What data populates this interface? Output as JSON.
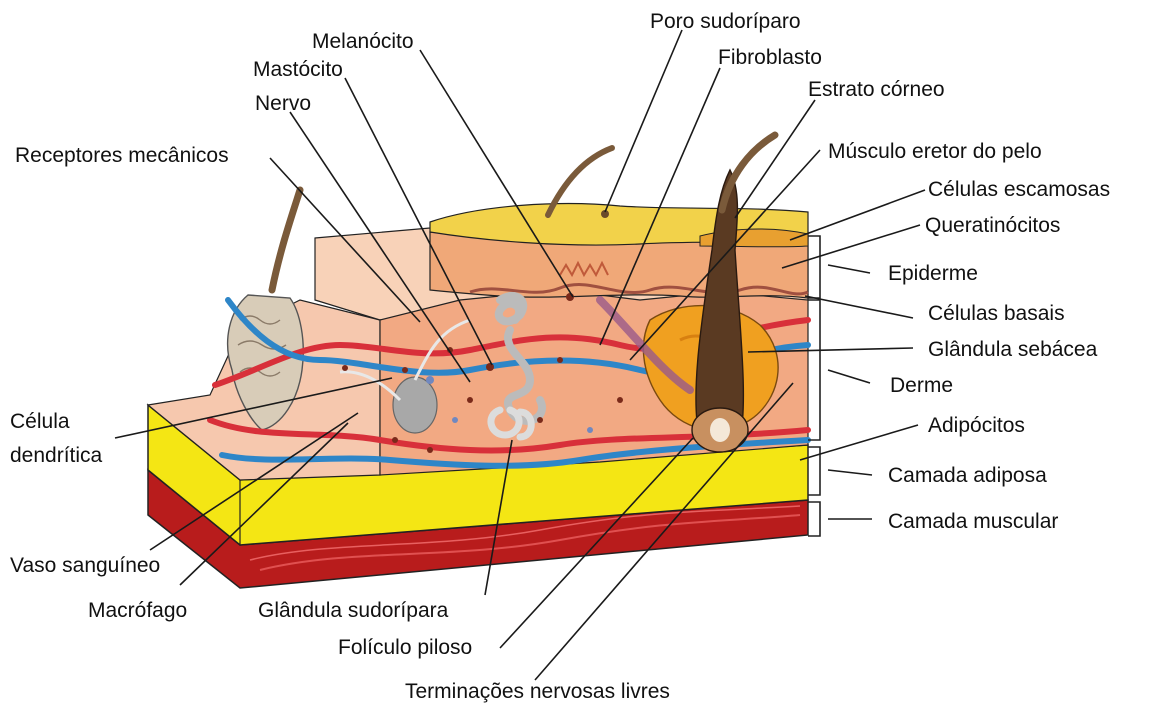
{
  "labels": {
    "poro": "Poro sudoríparo",
    "melanocito": "Melanócito",
    "fibroblasto": "Fibroblasto",
    "mastocito": "Mastócito",
    "estrato": "Estrato córneo",
    "nervo": "Nervo",
    "musculo": "Músculo eretor do pelo",
    "receptores": "Receptores mecânicos",
    "escamosas": "Células escamosas",
    "queratinocitos": "Queratinócitos",
    "epiderme": "Epiderme",
    "basais": "Células basais",
    "sebacea": "Glândula sebácea",
    "derme": "Derme",
    "celula_dendritica_1": "Célula",
    "celula_dendritica_2": "dendrítica",
    "adipocitos": "Adipócitos",
    "camada_adiposa": "Camada adiposa",
    "camada_muscular": "Camada muscular",
    "vaso": "Vaso sanguíneo",
    "macrofago": "Macrófago",
    "glandula_sudoripara": "Glândula sudorípara",
    "foliculo": "Folículo piloso",
    "terminacoes": "Terminações nervosas livres"
  },
  "colors": {
    "stratum_corneum": "#f2d24a",
    "epidermis": "#f0a878",
    "dermis": "#f2a983",
    "fat": "#f4e614",
    "muscle": "#b81c1c",
    "artery": "#d8303a",
    "vein": "#2e86c8",
    "sebaceous": "#f0a020"
  }
}
